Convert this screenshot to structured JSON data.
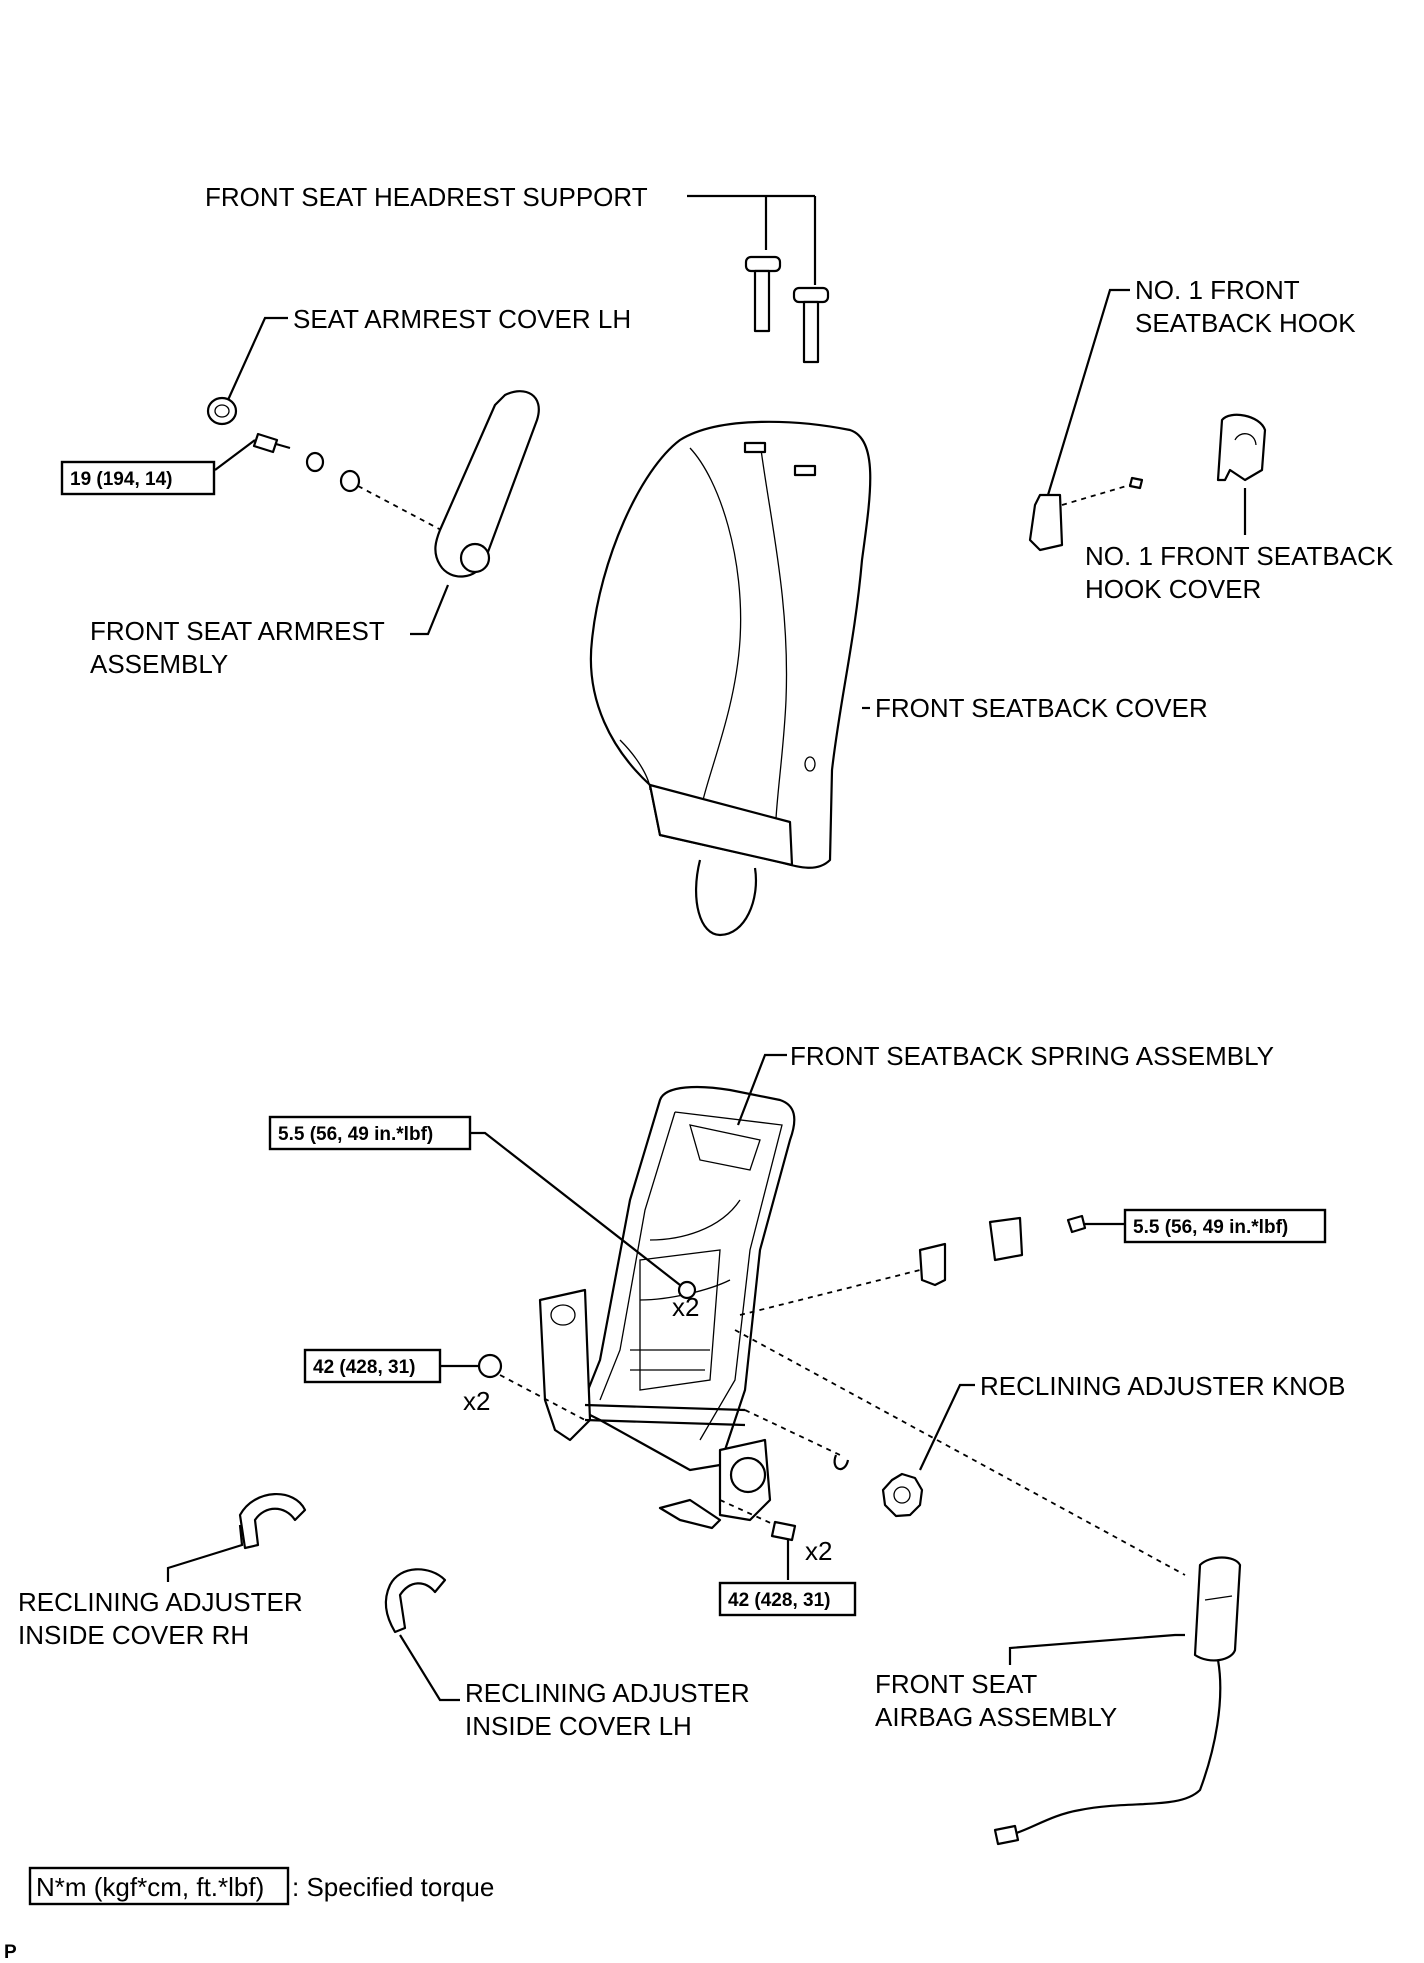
{
  "labels": {
    "headrest_support": "FRONT SEAT HEADREST SUPPORT",
    "armrest_cover_lh": "SEAT ARMREST COVER LH",
    "seatback_hook_1": "NO. 1 FRONT",
    "seatback_hook_2": "SEATBACK HOOK",
    "hook_cover_1": "NO. 1 FRONT SEATBACK",
    "hook_cover_2": "HOOK COVER",
    "armrest_assy_1": "FRONT SEAT ARMREST",
    "armrest_assy_2": "ASSEMBLY",
    "seatback_cover": "FRONT SEATBACK COVER",
    "spring_assy": "FRONT SEATBACK SPRING ASSEMBLY",
    "recl_knob": "RECLINING ADJUSTER KNOB",
    "inside_cover_rh_1": "RECLINING ADJUSTER",
    "inside_cover_rh_2": "INSIDE COVER RH",
    "inside_cover_lh_1": "RECLINING ADJUSTER",
    "inside_cover_lh_2": "INSIDE COVER LH",
    "airbag_1": "FRONT SEAT",
    "airbag_2": "AIRBAG ASSEMBLY"
  },
  "torques": {
    "armrest_bolt": "19 (194, 14)",
    "spring_nut": "5.5 (56, 49 in.*lbf)",
    "airbag_nut": "5.5 (56, 49 in.*lbf)",
    "frame_bolt_lh": "42 (428, 31)",
    "frame_bolt_rh": "42 (428, 31)"
  },
  "quantities": {
    "spring_nut": "x2",
    "frame_bolt_lh": "x2",
    "frame_bolt_rh": "x2"
  },
  "legend": {
    "unit": "N*m (kgf*cm, ft.*lbf)",
    "text": ": Specified torque"
  },
  "corner_mark": "P"
}
